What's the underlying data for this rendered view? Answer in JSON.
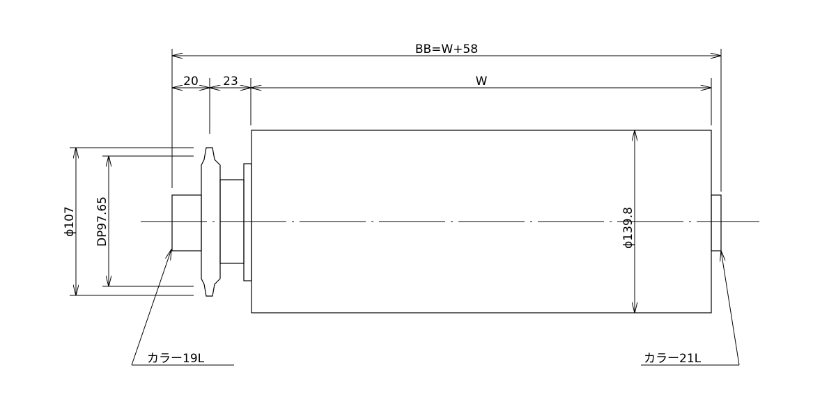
{
  "dimensions": {
    "overall_length": "BB=W+58",
    "flange_offset": "20",
    "hub_offset": "23",
    "face_width": "W",
    "outer_diameter": "ϕ107",
    "pitch_diameter": "DP97.65",
    "roller_diameter": "ϕ139.8"
  },
  "callouts": {
    "left_collar": "カラー19L",
    "right_collar": "カラー21L"
  }
}
